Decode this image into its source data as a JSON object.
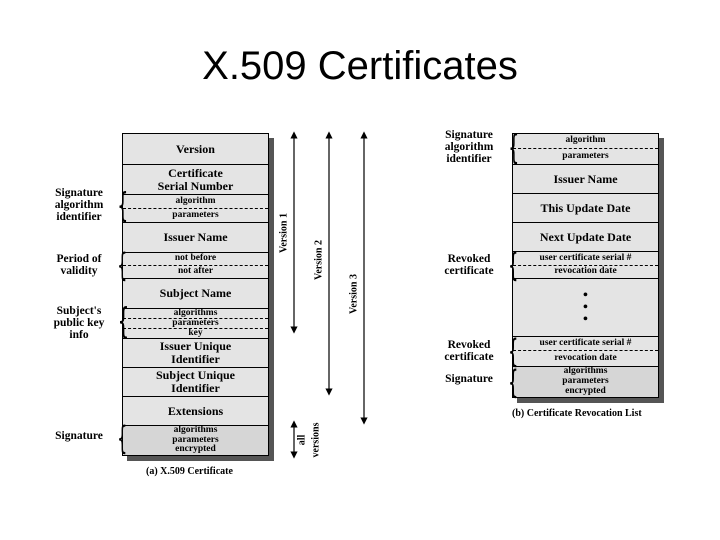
{
  "title": "X.509 Certificates",
  "cert": {
    "fields": {
      "version": "Version",
      "serial_1": "Certificate",
      "serial_2": "Serial Number",
      "sig_alg": "algorithm",
      "sig_params": "parameters",
      "issuer": "Issuer Name",
      "not_before": "not before",
      "not_after": "not after",
      "subject": "Subject Name",
      "pk_alg": "algorithms",
      "pk_params": "parameters",
      "pk_key": "key",
      "issuer_uid_1": "Issuer Unique",
      "issuer_uid_2": "Identifier",
      "subject_uid_1": "Subject Unique",
      "subject_uid_2": "Identifier",
      "extensions": "Extensions",
      "sig_algs": "algorithms",
      "sig_params2": "parameters",
      "sig_enc": "encrypted"
    },
    "labels": {
      "sigalg_1": "Signature",
      "sigalg_2": "algorithm",
      "sigalg_3": "identifier",
      "period_1": "Period of",
      "period_2": "validity",
      "spki_1": "Subject's",
      "spki_2": "public key",
      "spki_3": "info",
      "signature": "Signature"
    },
    "versions": {
      "v1": "Version 1",
      "v2": "Version 2",
      "v3": "Version 3",
      "all_1": "all",
      "all_2": "versions"
    },
    "caption": "(a) X.509 Certificate"
  },
  "crl": {
    "fields": {
      "alg": "algorithm",
      "params": "parameters",
      "issuer": "Issuer Name",
      "this_update": "This Update Date",
      "next_update": "Next Update Date",
      "serial_1": "user certificate serial #",
      "revdate_1": "revocation date",
      "serial_2": "user certificate serial #",
      "revdate_2": "revocation date",
      "sig_algs": "algorithms",
      "sig_params": "parameters",
      "sig_enc": "encrypted",
      "dot": "•"
    },
    "labels": {
      "sigalg_1": "Signature",
      "sigalg_2": "algorithm",
      "sigalg_3": "identifier",
      "revoked_1a": "Revoked",
      "revoked_1b": "certificate",
      "revoked_2a": "Revoked",
      "revoked_2b": "certificate",
      "signature": "Signature"
    },
    "caption": "(b) Certificate Revocation List"
  },
  "brace_glyph": "{"
}
